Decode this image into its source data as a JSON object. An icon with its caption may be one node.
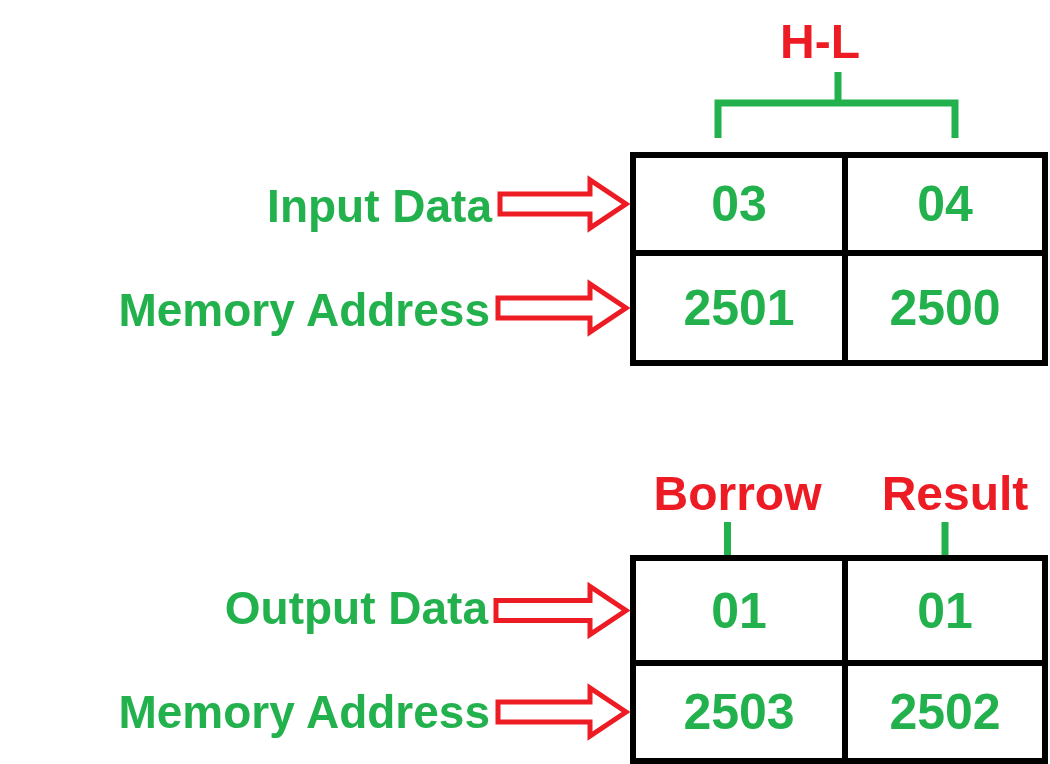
{
  "diagram": {
    "nodes": [
      {
        "text": [
          "Input Data"
        ]
      },
      {
        "text": [
          "03"
        ]
      },
      {
        "text": [
          "04"
        ]
      },
      {
        "text": [
          "Memory Address"
        ]
      },
      {
        "text": [
          "2501"
        ]
      },
      {
        "text": [
          "2500"
        ]
      },
      {
        "text": [
          "Borrow"
        ]
      },
      {
        "text": [
          "Result"
        ]
      },
      {
        "text": [
          "Output Data"
        ]
      },
      {
        "text": [
          "01"
        ]
      },
      {
        "text": [
          "01"
        ]
      },
      {
        "text": [
          "Memory Address"
        ]
      },
      {
        "text": [
          "2503"
        ]
      },
      {
        "text": [
          "2502"
        ]
      }
    ],
    "edges": [
      {
        "from": 0,
        "to": 1,
        "arrow": "to"
      },
      {
        "from": 3,
        "to": 4,
        "arrow": "to"
      },
      {
        "from": 6,
        "to": 9,
        "arrow": "none",
        "color": "#22b14c"
      },
      {
        "from": 7,
        "to": 10,
        "arrow": "none",
        "color": "#22b14c"
      },
      {
        "from": 8,
        "to": 9,
        "arrow": "to"
      },
      {
        "from": 11,
        "to": 12,
        "arrow": "to"
      }
    ],
    "labels": [
      "H-L"
    ]
  }
}
